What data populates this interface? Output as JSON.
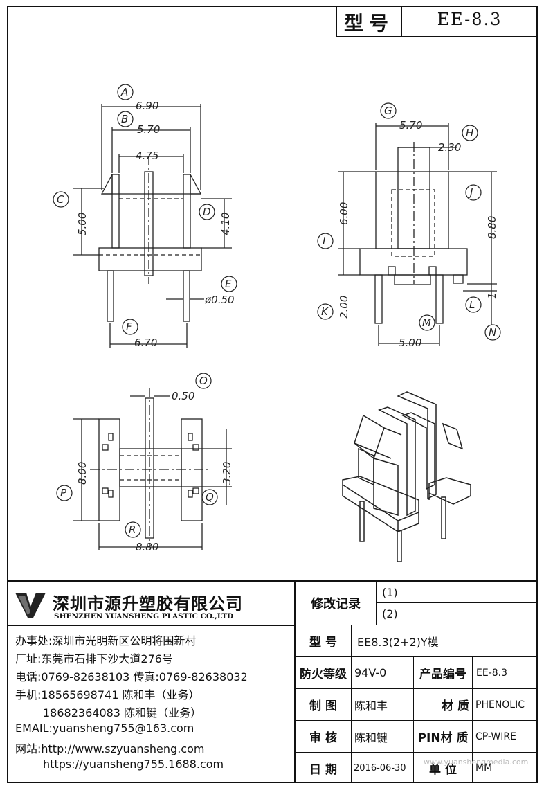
{
  "header": {
    "model_label": "型号",
    "model_value": "EE-8.3"
  },
  "drawing": {
    "front_view": {
      "A": "A",
      "A_val": "6.90",
      "B": "B",
      "B_val": "5.70",
      "w475": "4.75",
      "C": "C",
      "C_val": "5.00",
      "D": "D",
      "D_val": "4.10",
      "E": "E",
      "E_val": "ø0.50",
      "F": "F",
      "F_val": "6.70"
    },
    "side_view": {
      "G": "G",
      "G_val": "5.70",
      "H": "H",
      "H_val": "2.30",
      "I": "I",
      "I_val": "6.00",
      "J": "J",
      "J_val": "8.80",
      "K": "K",
      "K_val": "2.00",
      "L": "L",
      "L_val": "1",
      "M": "M",
      "M_val": "5.00",
      "N": "N"
    },
    "bottom_view": {
      "O": "O",
      "O_val": "0.50",
      "P": "P",
      "P_val": "8.00",
      "Q": "Q",
      "Q_val": "3.20",
      "R": "R",
      "R_val": "8.80"
    }
  },
  "company": {
    "name_cn": "深圳市源升塑胶有限公司",
    "name_en": "SHENZHEN YUANSHENG PLASTIC CO.,LTD",
    "office": "办事处:深圳市光明新区公明将围新村",
    "factory": "厂址:东莞市石排下沙大道276号",
    "phone": "电话:0769-82638103 传真:0769-82638032",
    "mobile1": "手机:18565698741 陈和丰（业务）",
    "mobile2": "18682364083 陈和键（业务）",
    "email": "EMAIL:yuansheng755@163.com",
    "site_label": "网站:http://www.szyuansheng.com",
    "site2": "https://yuansheng755.1688.com"
  },
  "revision": {
    "label": "修改记录",
    "r1": "(1)",
    "r2": "(2)"
  },
  "spec": {
    "model_label": "型 号",
    "model_value": "EE8.3(2+2)Y模",
    "fire_label": "防火等级",
    "fire_value": "94V-0",
    "code_label": "产品编号",
    "code_value": "EE-8.3",
    "draw_label": "制 图",
    "draw_value": "陈和丰",
    "material_label": "材 质",
    "material_value": "PHENOLIC",
    "review_label": "审 核",
    "review_value": "陈和键",
    "pin_label": "PIN材 质",
    "pin_value": "CP-WIRE",
    "date_label": "日 期",
    "date_value": "2016-06-30",
    "unit_label": "单 位",
    "unit_value": "MM"
  },
  "watermark": "www.yuanshengmedia.com"
}
